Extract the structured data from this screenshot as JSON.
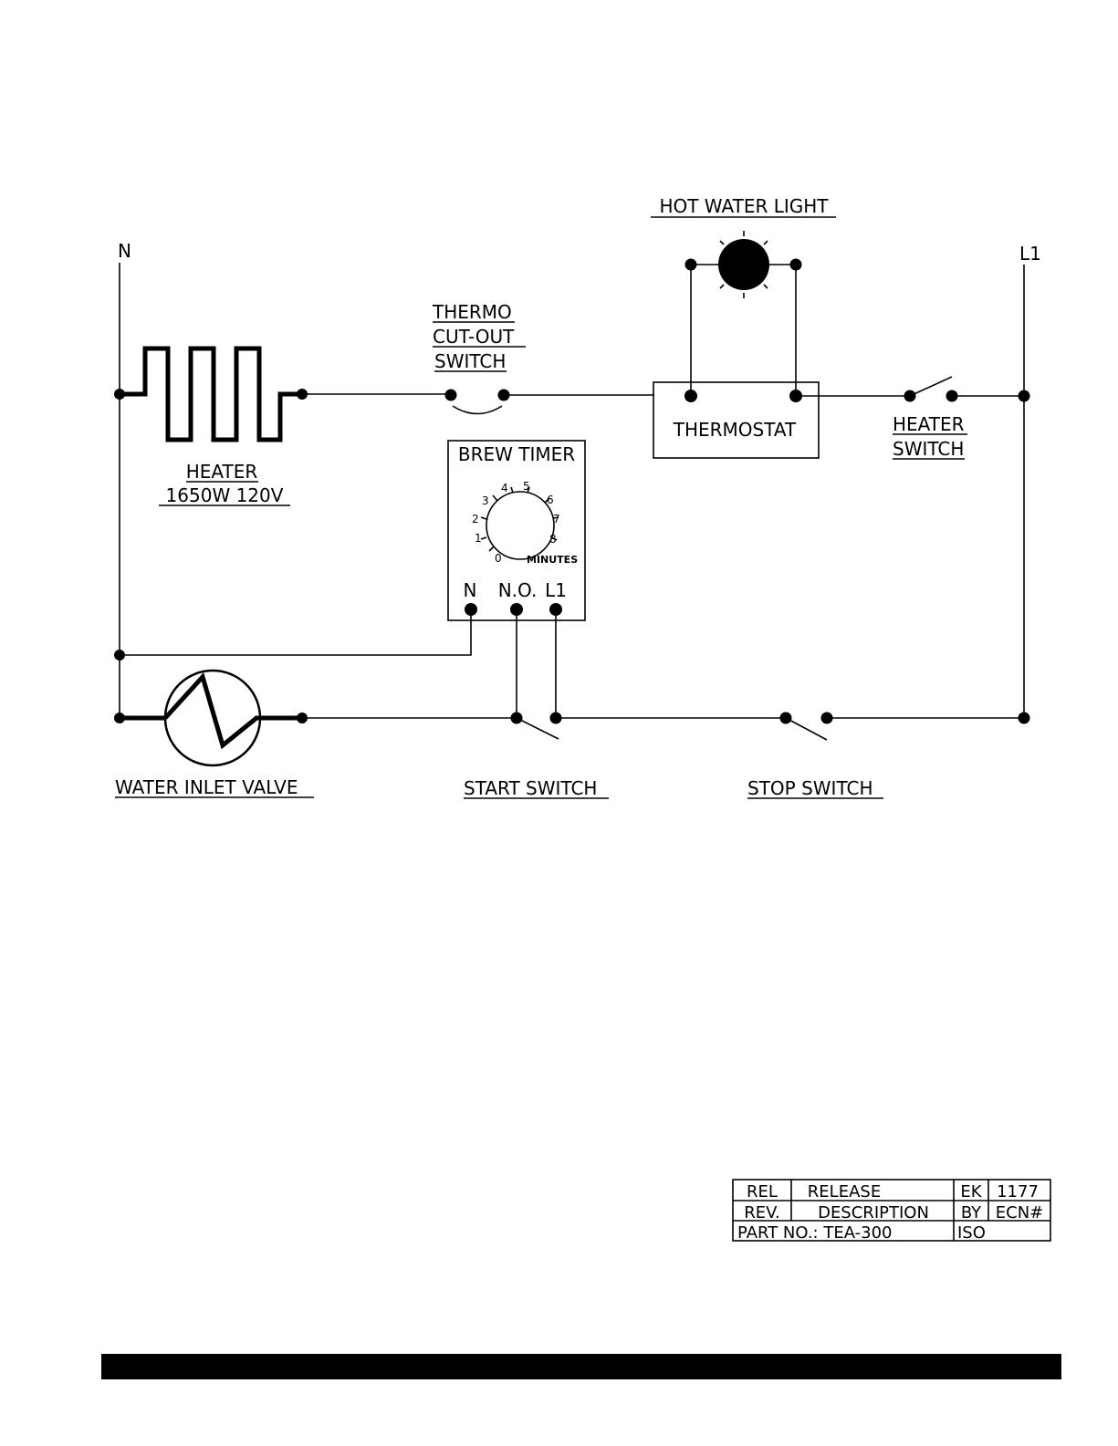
{
  "diagram": {
    "rail_labels": {
      "neutral": "N",
      "line": "L1"
    },
    "hot_water_light": {
      "label": "HOT WATER LIGHT"
    },
    "thermo_cutout": {
      "line1": "THERMO",
      "line2": "CUT-OUT",
      "line3": "SWITCH"
    },
    "heater": {
      "label": "HEATER",
      "rating": "1650W 120V"
    },
    "thermostat": {
      "label": "THERMOSTAT"
    },
    "heater_switch": {
      "line1": "HEATER",
      "line2": "SWITCH"
    },
    "brew_timer": {
      "title": "BREW TIMER",
      "dial_numbers": [
        "0",
        "1",
        "2",
        "3",
        "4",
        "5",
        "6",
        "7",
        "8"
      ],
      "units": "MINUTES",
      "terminals": [
        "N",
        "N.O.",
        "L1"
      ]
    },
    "water_inlet_valve": {
      "label": "WATER INLET VALVE"
    },
    "start_switch": {
      "label": "START SWITCH"
    },
    "stop_switch": {
      "label": "STOP SWITCH"
    }
  },
  "title_block": {
    "row1": {
      "rel": "REL",
      "desc": "RELEASE",
      "by": "EK",
      "ecn": "1177"
    },
    "row2": {
      "rel": "REV.",
      "desc": "DESCRIPTION",
      "by": "BY",
      "ecn": "ECN#"
    },
    "row3": {
      "part": "PART NO.: TEA-300",
      "iso": "ISO"
    }
  }
}
